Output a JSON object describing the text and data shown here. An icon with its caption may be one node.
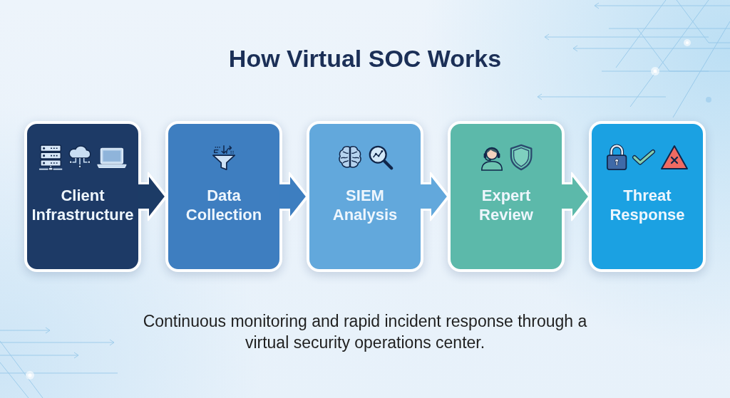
{
  "diagram": {
    "title": "How Virtual SOC Works",
    "caption": "Continuous monitoring and rapid incident response through a virtual security operations center.",
    "nodes": [
      {
        "text": [
          "Client Infrastructure"
        ]
      },
      {
        "text": [
          "Data Collection"
        ]
      },
      {
        "text": [
          "SIEM Analysis"
        ]
      },
      {
        "text": [
          "Expert Review"
        ]
      },
      {
        "text": [
          "Threat Response"
        ]
      }
    ],
    "edges": [
      {
        "from": 0,
        "to": 1,
        "arrow": "to",
        "color": "#1d3a66"
      },
      {
        "from": 1,
        "to": 2,
        "arrow": "to",
        "color": "#3e7ec0"
      },
      {
        "from": 2,
        "to": 3,
        "arrow": "to",
        "color": "#62a8dc"
      },
      {
        "from": 3,
        "to": 4,
        "arrow": "to",
        "color": "#5cb9aa"
      }
    ]
  }
}
